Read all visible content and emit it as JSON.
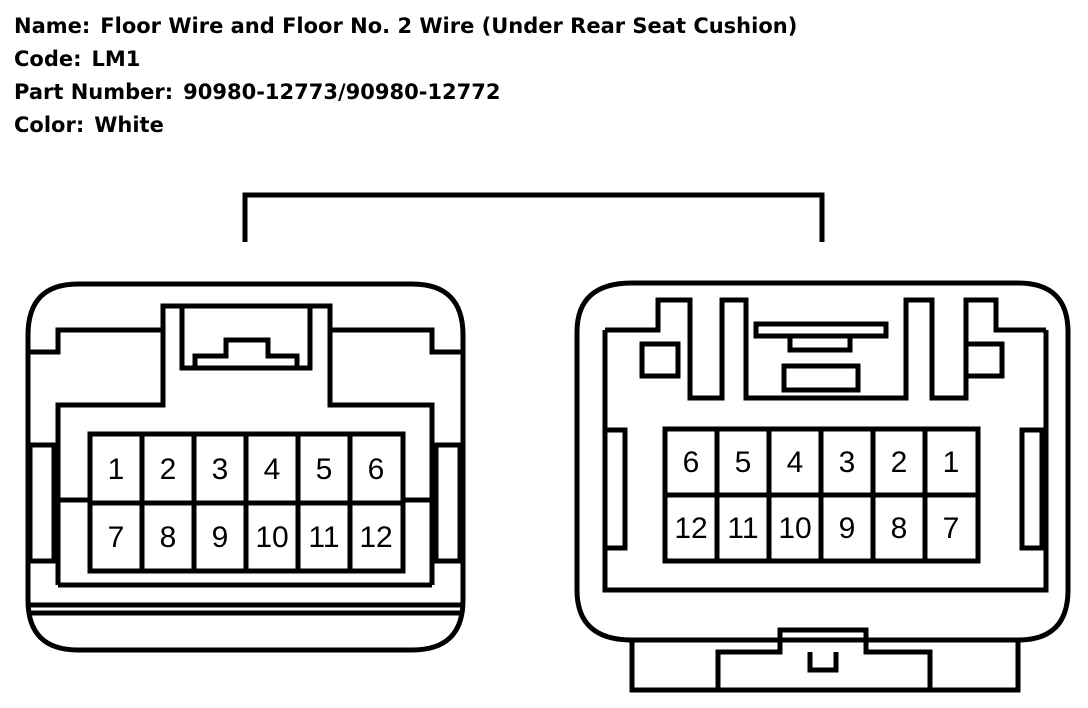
{
  "header": {
    "name_label": "Name:",
    "name_value": "Floor Wire and Floor No. 2 Wire (Under Rear Seat Cushion)",
    "code_label": "Code:",
    "code_value": "LM1",
    "part_label": "Part Number:",
    "part_value": "90980-12773/90980-12772",
    "color_label": "Color:",
    "color_value": "White"
  },
  "connectors": {
    "left": {
      "pins_row1": [
        "1",
        "2",
        "3",
        "4",
        "5",
        "6"
      ],
      "pins_row2": [
        "7",
        "8",
        "9",
        "10",
        "11",
        "12"
      ]
    },
    "right": {
      "pins_row1": [
        "6",
        "5",
        "4",
        "3",
        "2",
        "1"
      ],
      "pins_row2": [
        "12",
        "11",
        "10",
        "9",
        "8",
        "7"
      ]
    }
  },
  "colors": {
    "stroke": "#000000",
    "background": "#ffffff"
  }
}
